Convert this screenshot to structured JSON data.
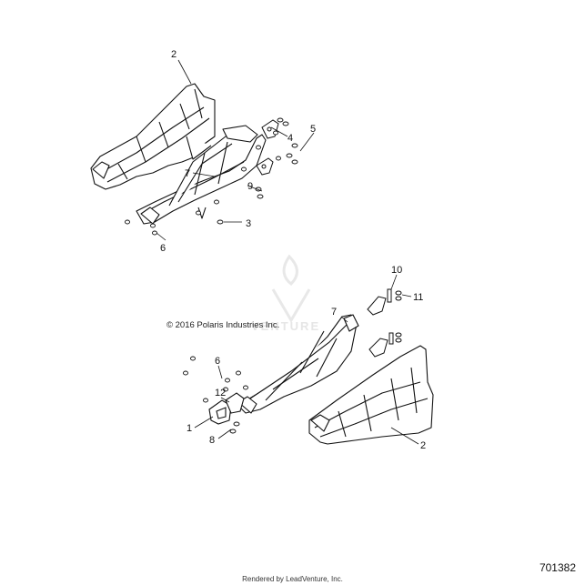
{
  "diagram": {
    "copyright": "© 2016 Polaris Industries Inc.",
    "diagram_id": "701382",
    "rendered_by": "Rendered by LeadVenture, Inc.",
    "watermark": "VENTURE",
    "callouts": [
      "2",
      "4",
      "5",
      "7",
      "9",
      "3",
      "6",
      "10",
      "11",
      "7",
      "6",
      "12",
      "1",
      "8",
      "2"
    ]
  }
}
